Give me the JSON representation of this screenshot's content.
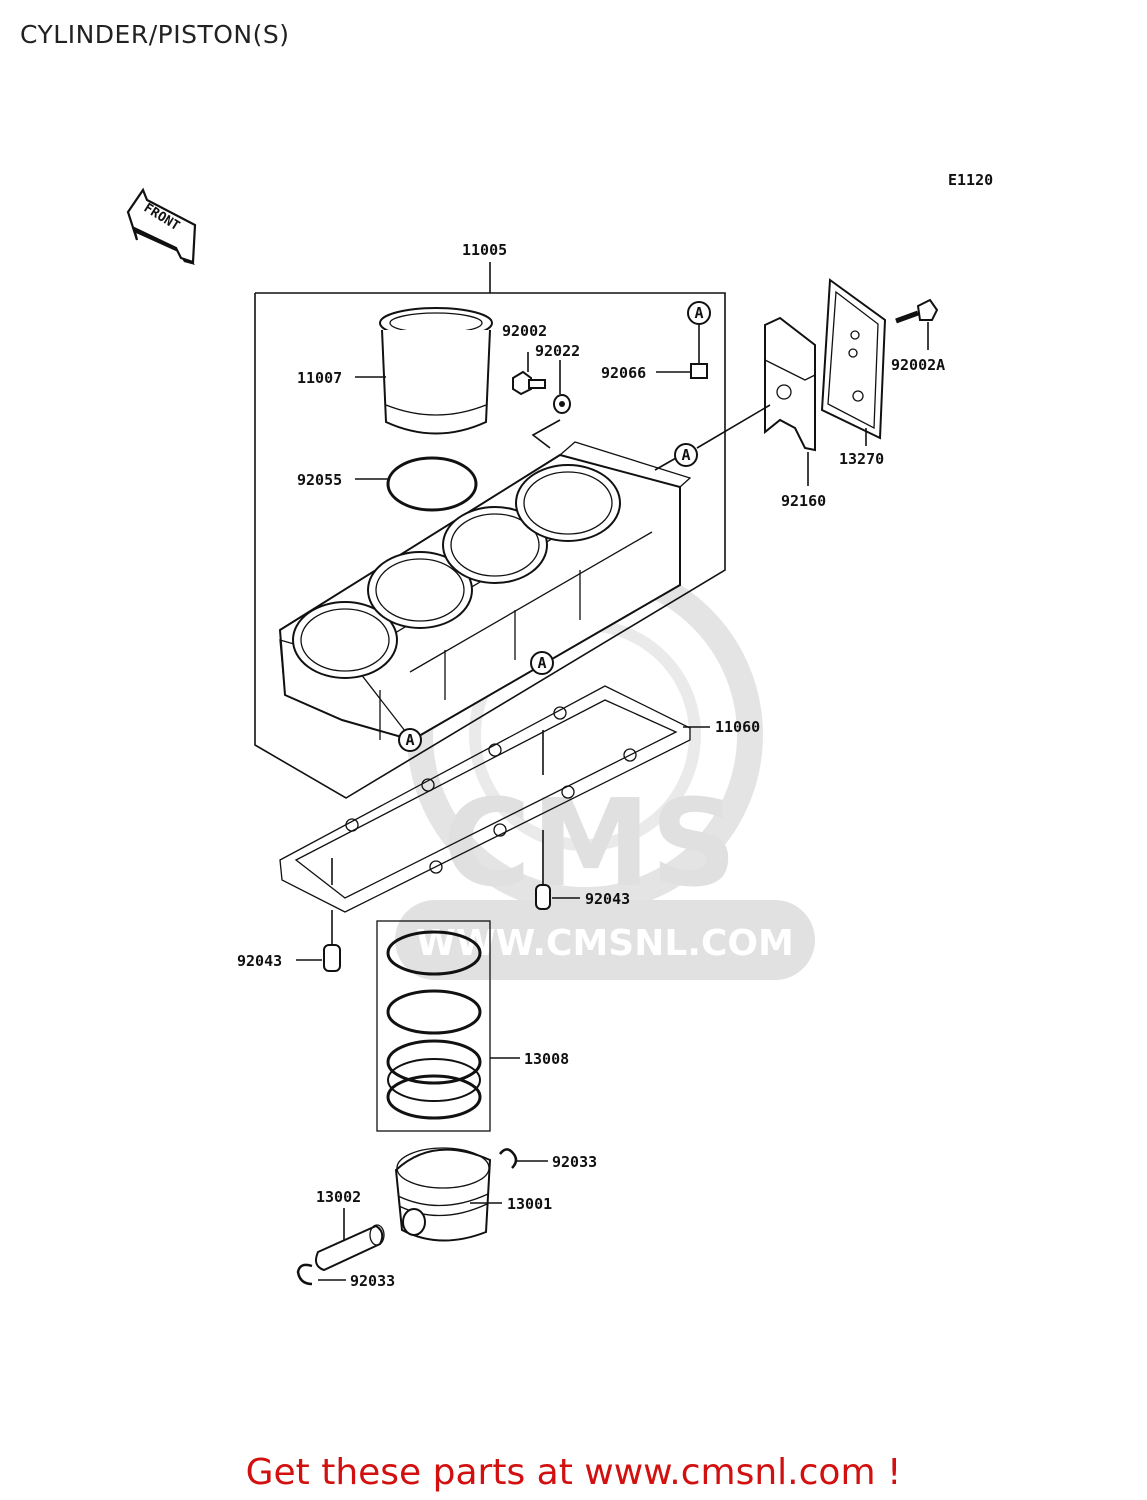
{
  "page": {
    "title": "CYLINDER/PISTON(S)",
    "diagram_code": "E1120",
    "front_label": "FRONT",
    "ref_marker": "A",
    "footer": "Get these parts at www.cmsnl.com !"
  },
  "watermark": {
    "brand": "CMS",
    "url": "WWW.CMSNL.COM"
  },
  "parts": [
    {
      "id": "p11005",
      "number": "11005"
    },
    {
      "id": "p11007",
      "number": "11007"
    },
    {
      "id": "p92002",
      "number": "92002"
    },
    {
      "id": "p92022",
      "number": "92022"
    },
    {
      "id": "p92066",
      "number": "92066"
    },
    {
      "id": "p92002A",
      "number": "92002A"
    },
    {
      "id": "p13270",
      "number": "13270"
    },
    {
      "id": "p92160",
      "number": "92160"
    },
    {
      "id": "p92055",
      "number": "92055"
    },
    {
      "id": "p11060",
      "number": "11060"
    },
    {
      "id": "p92043a",
      "number": "92043"
    },
    {
      "id": "p92043b",
      "number": "92043"
    },
    {
      "id": "p13008",
      "number": "13008"
    },
    {
      "id": "p92033a",
      "number": "92033"
    },
    {
      "id": "p13001",
      "number": "13001"
    },
    {
      "id": "p13002",
      "number": "13002"
    },
    {
      "id": "p92033b",
      "number": "92033"
    }
  ],
  "colors": {
    "footer_text": "#d21010",
    "watermark": "#d8d8d8",
    "line": "#111111"
  }
}
